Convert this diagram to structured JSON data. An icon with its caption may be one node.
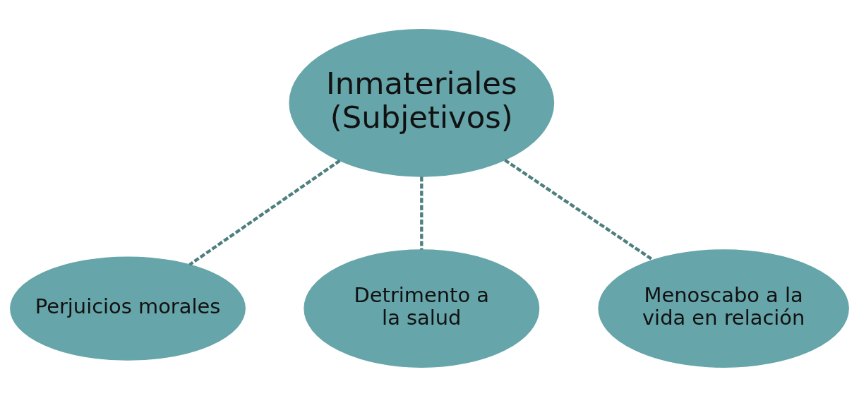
{
  "diagram": {
    "nodes": [
      {
        "text": [
          "Inmateriales (Subjetivos)"
        ]
      },
      {
        "text": [
          "Perjuicios morales"
        ]
      },
      {
        "text": [
          "Detrimento a la salud"
        ]
      },
      {
        "text": [
          "Menoscabo a la vida en relación"
        ]
      }
    ],
    "edges": [
      {
        "from": 0,
        "to": 1,
        "arrow": "none",
        "style": "dashed"
      },
      {
        "from": 0,
        "to": 2,
        "arrow": "none",
        "style": "dashed"
      },
      {
        "from": 0,
        "to": 3,
        "arrow": "none",
        "style": "dashed"
      }
    ]
  }
}
